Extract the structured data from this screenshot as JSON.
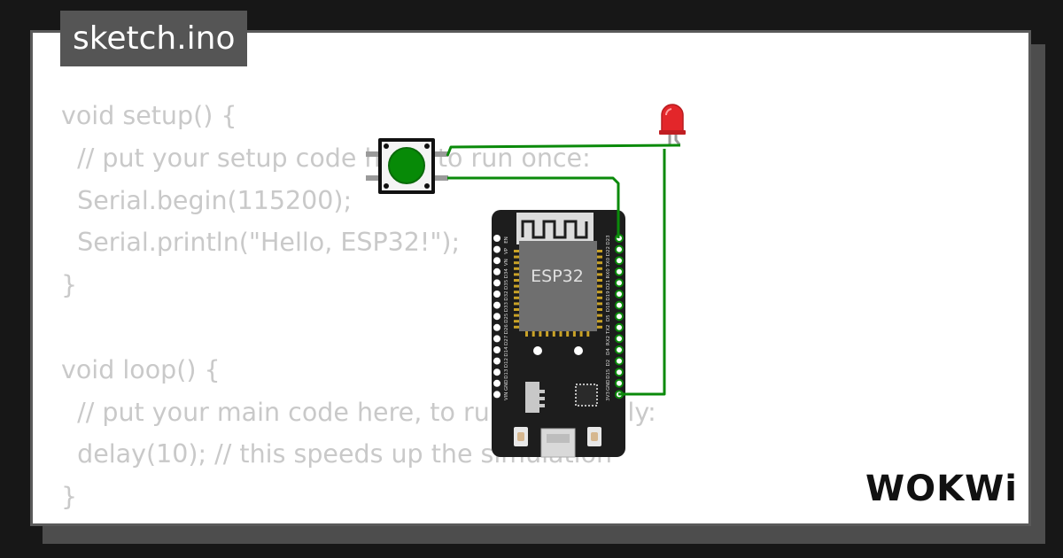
{
  "tab": {
    "filename": "sketch.ino"
  },
  "code_lines": [
    "void setup() {",
    "  // put your setup code here, to run once:",
    "  Serial.begin(115200);",
    "  Serial.println(\"Hello, ESP32!\");",
    "}",
    "",
    "void loop() {",
    "  // put your main code here, to run repeatedly:",
    "  delay(10); // this speeds up the simulation",
    "}"
  ],
  "board": {
    "chip_label": "ESP32",
    "left_pins": [
      "EN",
      "VP",
      "VN",
      "D34",
      "D35",
      "D32",
      "D33",
      "D25",
      "D26",
      "D27",
      "D14",
      "D12",
      "D13",
      "GND",
      "VIN"
    ],
    "right_pins": [
      "D23",
      "D22",
      "TX0",
      "RX0",
      "D21",
      "D19",
      "D18",
      "D5",
      "TX2",
      "RX2",
      "D4",
      "D2",
      "D15",
      "GND",
      "3V3"
    ]
  },
  "colors": {
    "wire": "#0a8a0a",
    "button_cap": "#078a07",
    "led": "#e3262a",
    "code_text": "#c9c9c9",
    "tab_background": "#555555"
  },
  "logo": {
    "text": "WOKWi"
  }
}
